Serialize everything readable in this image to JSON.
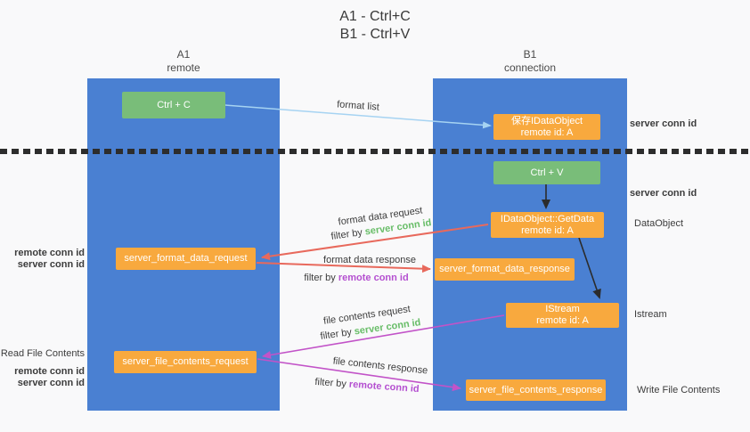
{
  "title": {
    "line1": "A1 - Ctrl+C",
    "line2": "B1 - Ctrl+V"
  },
  "columns": {
    "left": {
      "id": "A1",
      "label": "remote"
    },
    "right": {
      "id": "B1",
      "label": "connection"
    }
  },
  "nodes": {
    "ctrl_c": "Ctrl + C",
    "ctrl_v": "Ctrl + V",
    "save_dataobject": {
      "line1": "保存IDataObject",
      "line2": "remote id: A"
    },
    "getdata": {
      "line1": "IDataObject::GetData",
      "line2": "remote id: A"
    },
    "istream": {
      "line1": "IStream",
      "line2": "remote id: A"
    },
    "format_request": "server_format_data_request",
    "format_response": "server_format_data_response",
    "file_request": "server_file_contents_request",
    "file_response": "server_file_contents_response"
  },
  "side_labels": {
    "server_conn_top": "server conn id",
    "server_conn_mid": "server conn id",
    "dataobject": "DataObject",
    "istream": "Istream",
    "write_file": "Write File Contents",
    "read_file": "Read File Contents",
    "remote_conn_1": "remote conn id",
    "server_conn_1": "server conn id",
    "remote_conn_2": "remote conn id",
    "server_conn_2": "server conn id"
  },
  "arrow_labels": {
    "format_list": "format list",
    "format_data_request": "format data request",
    "format_data_request_filter": {
      "prefix": "filter by ",
      "highlight": "server conn id"
    },
    "format_data_response": "format data response",
    "format_data_response_filter": {
      "prefix": "filter by ",
      "highlight": "remote conn id"
    },
    "file_contents_request": "file contents request",
    "file_contents_request_filter": {
      "prefix": "filter by ",
      "highlight": "server conn id"
    },
    "file_contents_response": "file contents response",
    "file_contents_response_filter": {
      "prefix": "filter by ",
      "highlight": "remote conn id"
    }
  },
  "colors": {
    "column_blue": "#4a80d2",
    "node_green": "#79bd79",
    "node_orange": "#f8a93e",
    "text_green": "#68bd68",
    "text_purple": "#b44fd0",
    "arrow_red": "#e8695c",
    "arrow_purple": "#c253c8",
    "arrow_light_blue": "#a6d3f2",
    "arrow_black": "#2b2b2b"
  }
}
